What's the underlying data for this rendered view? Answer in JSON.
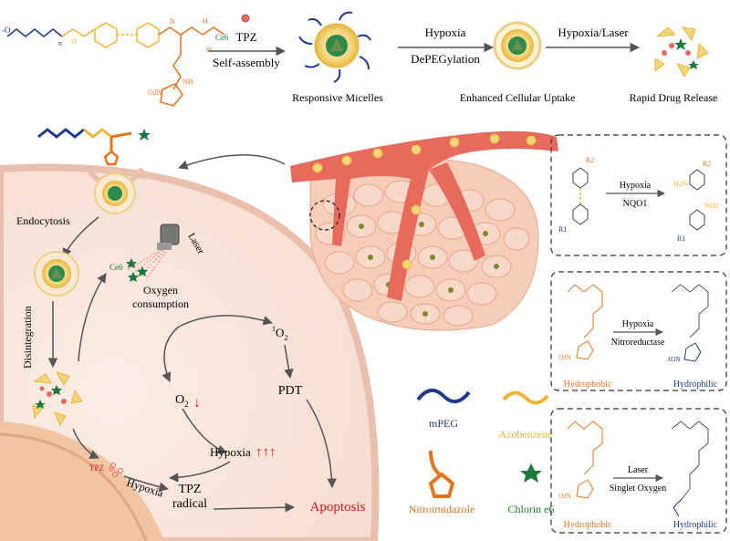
{
  "top": {
    "ce6_label": "Ce6",
    "n_label": "n",
    "m_label": "m",
    "tpz_label": "TPZ",
    "self_assembly": "Self-assembly",
    "hypoxia": "Hypoxia",
    "depegylation": "DePEGylation",
    "hypoxia_laser": "Hypoxia/Laser",
    "responsive_micelles": "Responsive Micelles",
    "enhanced_uptake": "Enhanced Cellular Uptake",
    "rapid_release": "Rapid Drug Release"
  },
  "cell": {
    "endocytosis": "Endocytosis",
    "disintegration": "Disintegration",
    "laser": "Laser",
    "ce6": "Ce6",
    "oxygen": "Oxygen",
    "consumption": "consumption",
    "singlet_o2": "O",
    "o2_down": "O",
    "pdt": "PDT",
    "hypoxia_up": "Hypoxia",
    "tpz": "TPZ",
    "hypoxia_path": "Hypoxia",
    "tpz_radical_1": "TPZ",
    "tpz_radical_2": "radical",
    "apoptosis": "Apoptosis"
  },
  "legend": {
    "mpeg": "mPEG",
    "azobenzene": "Azobenzene",
    "nitroimidazole": "Nitroimidazole",
    "chlorin": "Chlorin e6"
  },
  "box1": {
    "reagent1": "Hypoxia",
    "reagent2": "NQO1"
  },
  "box2": {
    "reagent1": "Hypoxia",
    "reagent2": "Nitroreductase",
    "left": "Hydrophobic",
    "right": "Hydrophilic"
  },
  "box3": {
    "reagent1": "Laser",
    "reagent2": "Singlet Oxygen",
    "left": "Hydrophobic",
    "right": "Hydrophilic"
  },
  "colors": {
    "mpeg": "#1f3a8a",
    "azobenzene": "#f2b233",
    "nitroimidazole": "#e8731d",
    "chlorin": "#1a7a3c",
    "vessel": "#e86a5c",
    "red_text": "#e3141b"
  }
}
